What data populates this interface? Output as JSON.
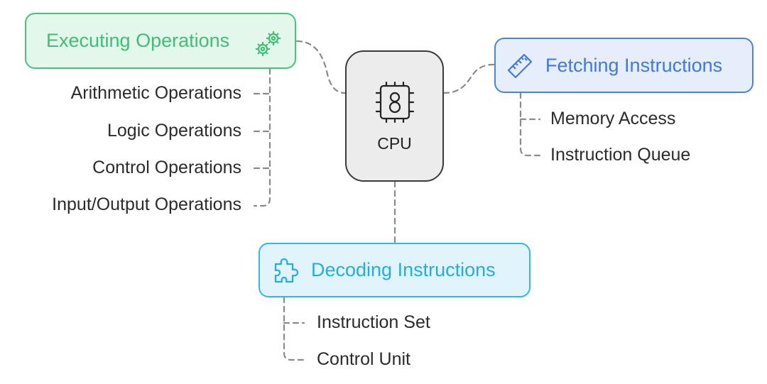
{
  "diagram": {
    "center": {
      "label": "CPU"
    },
    "nodes": {
      "executing": {
        "title": "Executing Operations",
        "icon": "gears-icon",
        "items": [
          "Arithmetic Operations",
          "Logic Operations",
          "Control Operations",
          "Input/Output Operations"
        ]
      },
      "fetching": {
        "title": "Fetching Instructions",
        "icon": "ruler-icon",
        "items": [
          "Memory Access",
          "Instruction Queue"
        ]
      },
      "decoding": {
        "title": "Decoding Instructions",
        "icon": "puzzle-icon",
        "items": [
          "Instruction Set",
          "Control Unit"
        ]
      }
    },
    "colors": {
      "green": "#48c27d",
      "blue": "#4b82e8",
      "cyan": "#34b6e6",
      "connector": "#8a8a8a",
      "cpu_border": "#3a3a3a"
    }
  }
}
